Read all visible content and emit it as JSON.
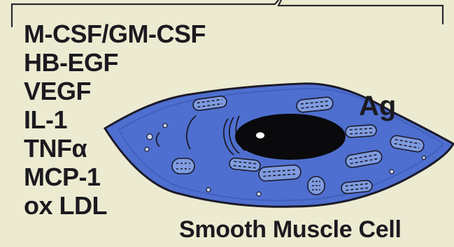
{
  "factors": [
    "M-CSF/GM-CSF",
    "HB-EGF",
    "VEGF",
    "IL-1",
    "TNFα",
    "MCP-1",
    "ox LDL"
  ],
  "antigen_label": "Ag",
  "cell_label": "Smooth Muscle Cell",
  "colors": {
    "background": "#ecebd1",
    "cell_fill": "#4e6fcf",
    "cell_outline": "#1b1a2a",
    "nucleus": "#0a0a0c",
    "text": "#1b1a1f"
  }
}
